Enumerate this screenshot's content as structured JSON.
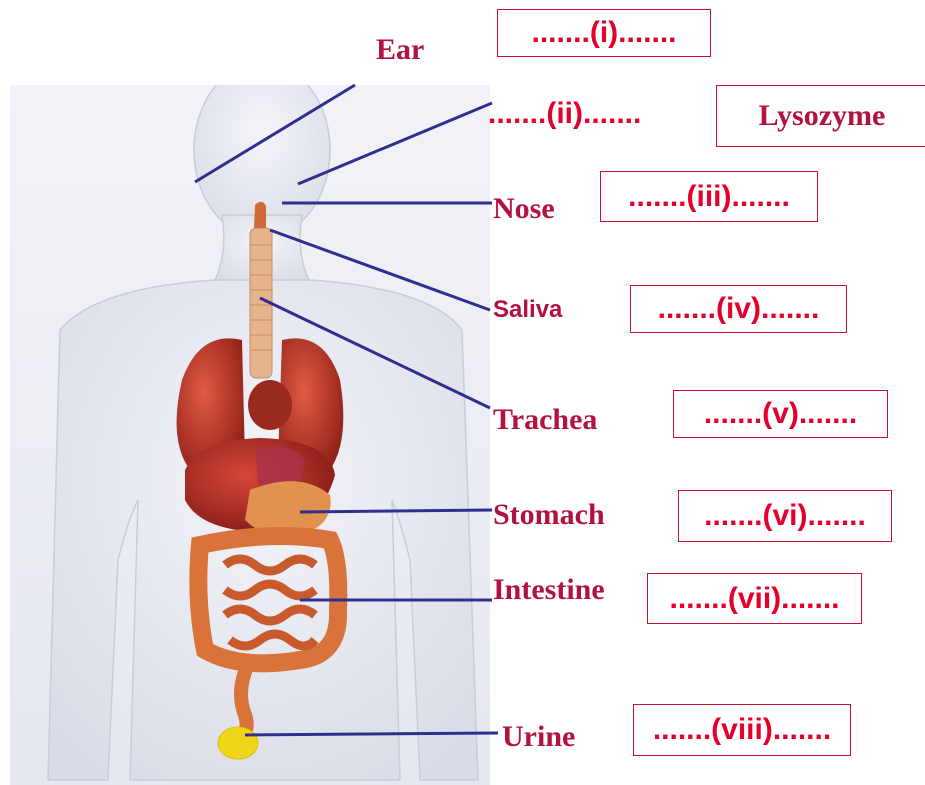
{
  "labels": {
    "ear": "Ear",
    "nose": "Nose",
    "saliva": "Saliva",
    "trachea": "Trachea",
    "stomach": "Stomach",
    "intestine": "Intestine",
    "urine": "Urine"
  },
  "blanks": {
    "i": ".......(i).......",
    "ii": ".......(ii).......",
    "iii": ".......(iii).......",
    "iv": ".......(iv).......",
    "v": ".......(v).......",
    "vi": ".......(vi).......",
    "vii": ".......(vii).......",
    "viii": ".......(viii)......."
  },
  "answer_given": "Lysozyme",
  "colors": {
    "label_text": "#b3123e",
    "blank_text": "#e4002b",
    "leader_line": "#2e2f8f",
    "box_border": "#c8102e"
  }
}
